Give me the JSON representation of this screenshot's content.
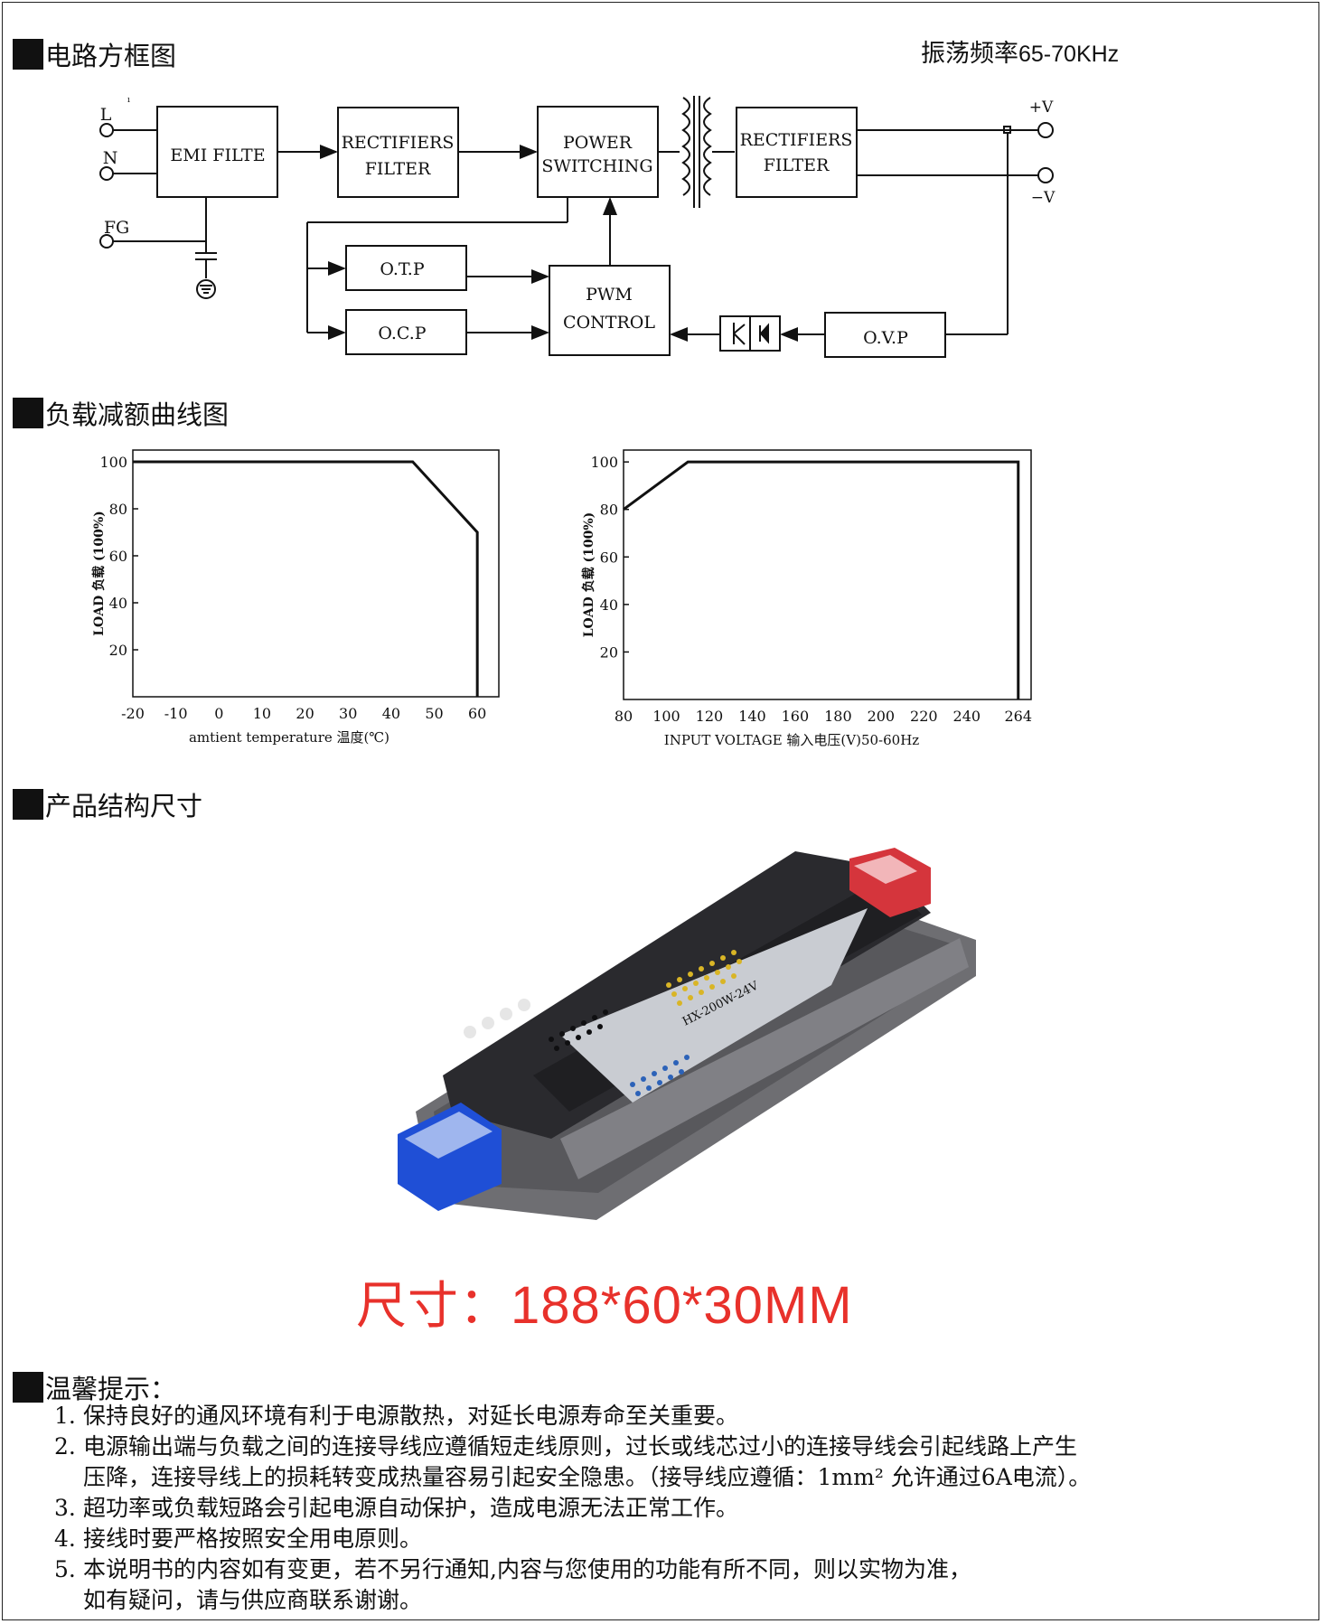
{
  "sections": {
    "block_diagram": "电路方框图",
    "derating": "负载减额曲线图",
    "structure": "产品结构尺寸",
    "tips": "温馨提示："
  },
  "frequency": {
    "label": "振荡频率",
    "value": "65-70KHz"
  },
  "diagram": {
    "terminals": {
      "L": "L",
      "N": "N",
      "FG": "FG",
      "vplus": "+V",
      "vminus": "−V"
    },
    "blocks": {
      "emi": "EMI FILTE",
      "rect1_a": "RECTIFIERS",
      "rect1_b": "FILTER",
      "power_a": "POWER",
      "power_b": "SWITCHING",
      "rect2_a": "RECTIFIERS",
      "rect2_b": "FILTER",
      "otp": "O.T.P",
      "ocp": "O.C.P",
      "pwm_a": "PWM",
      "pwm_b": "CONTROL",
      "ovp": "O.V.P"
    }
  },
  "chart_data": [
    {
      "type": "line",
      "x": [
        -20,
        45,
        60,
        60
      ],
      "y": [
        100,
        100,
        70,
        0
      ],
      "xticks": [
        "-20",
        "-10",
        "0",
        "10",
        "20",
        "30",
        "40",
        "50",
        "60"
      ],
      "yticks": [
        "100",
        "80",
        "60",
        "40",
        "20"
      ],
      "xlabel": "amtient temperature 温度(℃)",
      "ylabel": "LOAD 负载 (100%)",
      "xlim": [
        -20,
        65
      ],
      "ylim": [
        0,
        105
      ]
    },
    {
      "type": "line",
      "x": [
        80,
        110,
        264,
        264
      ],
      "y": [
        80,
        100,
        100,
        0
      ],
      "xticks": [
        "80",
        "100",
        "120",
        "140",
        "160",
        "180",
        "200",
        "220",
        "240",
        "264"
      ],
      "yticks": [
        "100",
        "80",
        "60",
        "40",
        "20"
      ],
      "xlabel": "INPUT VOLTAGE 输入电压(V)50-60Hz",
      "ylabel": "LOAD 负载 (100%)",
      "xlim": [
        80,
        270
      ],
      "ylim": [
        0,
        105
      ]
    }
  ],
  "product": {
    "size_label": "尺寸：",
    "size_value": "188*60*30MM",
    "model": "HX-200W-24V"
  },
  "tips": [
    {
      "n": "1.",
      "lines": [
        "保持良好的通风环境有利于电源散热，对延长电源寿命至关重要。"
      ]
    },
    {
      "n": "2.",
      "lines": [
        "电源输出端与负载之间的连接导线应遵循短走线原则，过长或线芯过小的连接导线会引起线路上产生",
        "压降，连接导线上的损耗转变成热量容易引起安全隐患。（接导线应遵循：1mm² 允许通过6A电流）。"
      ]
    },
    {
      "n": "3.",
      "lines": [
        "超功率或负载短路会引起电源自动保护，造成电源无法正常工作。"
      ]
    },
    {
      "n": "4.",
      "lines": [
        "接线时要严格按照安全用电原则。"
      ]
    },
    {
      "n": "5.",
      "lines": [
        "本说明书的内容如有变更，若不另行通知,内容与您使用的功能有所不同，则以实物为准，",
        "如有疑问，请与供应商联系谢谢。"
      ]
    }
  ],
  "colors": {
    "size_text": "#e8312b",
    "terminal_blue": "#1f4fd6",
    "terminal_red": "#d5353c",
    "body_dark": "#2a2a2e"
  }
}
